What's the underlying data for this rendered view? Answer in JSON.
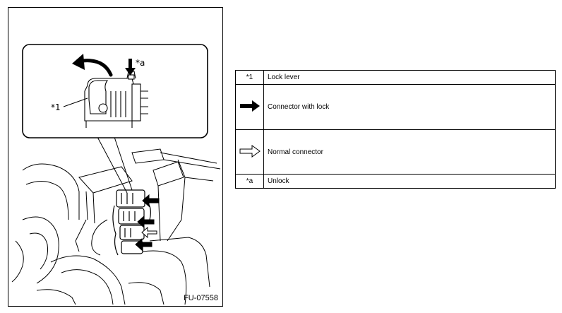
{
  "figure": {
    "id_label": "FU-07558",
    "callouts": {
      "lever": "*1",
      "unlock": "*a"
    }
  },
  "legend": {
    "rows": [
      {
        "symbol": "*1",
        "symbol_type": "text",
        "description": "Lock lever"
      },
      {
        "symbol": "filled-arrow-right-icon",
        "symbol_type": "icon",
        "description": "Connector with lock"
      },
      {
        "symbol": "outline-arrow-right-icon",
        "symbol_type": "icon",
        "description": "Normal connector"
      },
      {
        "symbol": "*a",
        "symbol_type": "text",
        "description": "Unlock"
      }
    ]
  }
}
